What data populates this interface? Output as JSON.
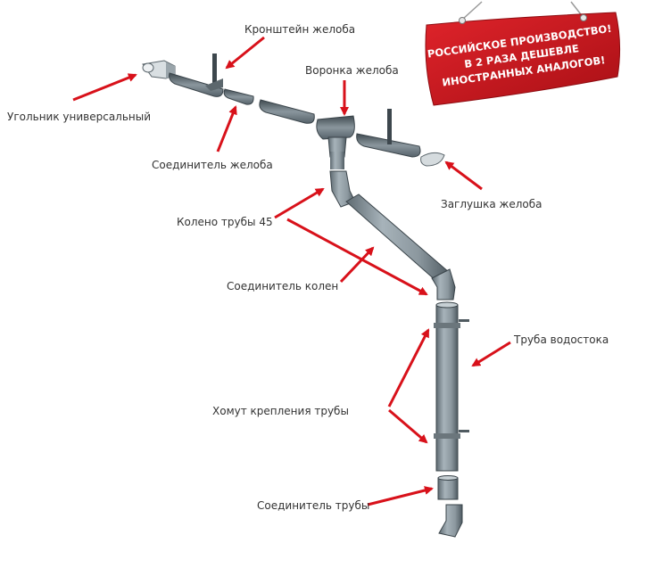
{
  "labels": {
    "corner": "Угольник универсальный",
    "bracket": "Кронштейн желоба",
    "funnel": "Воронка желоба",
    "gutter_connector": "Соединитель желоба",
    "end_cap": "Заглушка желоба",
    "elbow": "Колено трубы 45",
    "elbow_connector": "Соединитель колен",
    "downpipe": "Труба водостока",
    "pipe_clamp": "Хомут крепления трубы",
    "pipe_connector": "Соединитель трубы"
  },
  "banner": {
    "line1": "РОССИЙСКОЕ ПРОИЗВОДСТВО!",
    "line2": "В 2 РАЗА ДЕШЕВЛЕ",
    "line3": "ИНОСТРАННЫХ АНАЛОГОВ!"
  },
  "colors": {
    "arrow": "#d8111a",
    "pipe": "#8e9aa1",
    "pipe_dark": "#4f5b62",
    "banner": "#c8141c"
  }
}
